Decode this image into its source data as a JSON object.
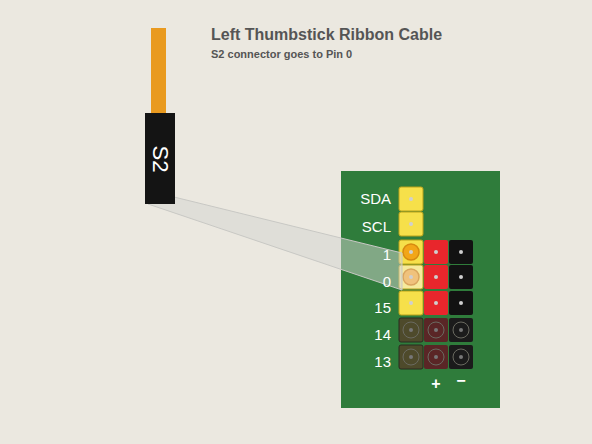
{
  "diagram": {
    "title": "Left Thumbstick Ribbon Cable",
    "nodes": [
      {
        "text": [
          "S2"
        ]
      }
    ],
    "labels": [
      "S2 connector goes to Pin 0",
      "SDA",
      "SCL",
      "1",
      "0",
      "15",
      "14",
      "13",
      "+",
      "−"
    ]
  }
}
